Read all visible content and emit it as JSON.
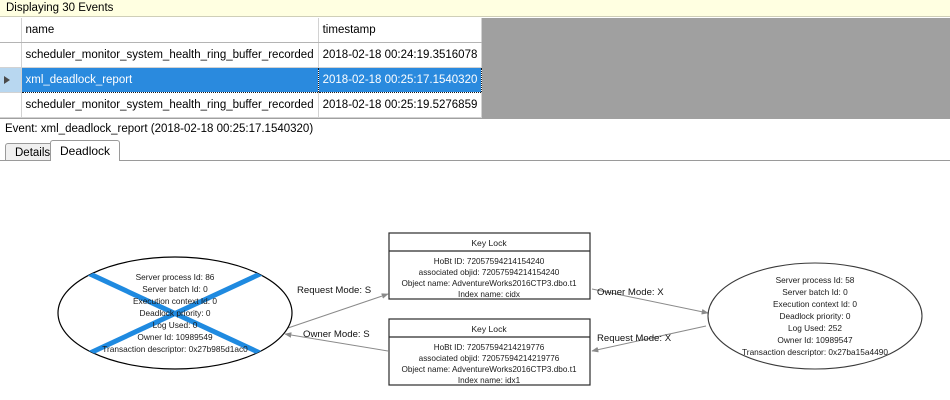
{
  "info_bar": {
    "text": "Displaying 30 Events"
  },
  "grid": {
    "columns": [
      "",
      "name",
      "timestamp"
    ],
    "rows": [
      {
        "selector": "",
        "name": "scheduler_monitor_system_health_ring_buffer_recorded",
        "timestamp": "2018-02-18 00:24:19.3516078",
        "selected": false
      },
      {
        "selector": "▶",
        "name": "xml_deadlock_report",
        "timestamp": "2018-02-18 00:25:17.1540320",
        "selected": true
      },
      {
        "selector": "",
        "name": "scheduler_monitor_system_health_ring_buffer_recorded",
        "timestamp": "2018-02-18 00:25:19.5276859",
        "selected": false
      }
    ]
  },
  "event_caption": {
    "text": "Event: xml_deadlock_report (2018-02-18 00:25:17.1540320)"
  },
  "tabs": [
    {
      "label": "Details",
      "active": false
    },
    {
      "label": "Deadlock",
      "active": true
    }
  ],
  "deadlock_graph": {
    "victim_color": "#1f8ae0",
    "process_victim": {
      "is_victim": true,
      "lines": [
        "Server process Id: 86",
        "Server batch Id: 0",
        "Execution context Id: 0",
        "Deadlock priority: 0",
        "Log Used: 0",
        "Owner Id: 10989549",
        "Transaction descriptor: 0x27b985d1ac0"
      ]
    },
    "process_survivor": {
      "is_victim": false,
      "lines": [
        "Server process Id: 58",
        "Server batch Id: 0",
        "Execution context Id: 0",
        "Deadlock priority: 0",
        "Log Used: 252",
        "Owner Id: 10989547",
        "Transaction descriptor: 0x27ba15a4490"
      ]
    },
    "resource_top": {
      "title": "Key Lock",
      "lines": [
        "HoBt ID: 72057594214154240",
        "associated objid: 72057594214154240",
        "Object name: AdventureWorks2016CTP3.dbo.t1",
        "Index name: cidx"
      ]
    },
    "resource_bottom": {
      "title": "Key Lock",
      "lines": [
        "HoBt ID: 72057594214219776",
        "associated objid: 72057594214219776",
        "Object name: AdventureWorks2016CTP3.dbo.t1",
        "Index name: idx1"
      ]
    },
    "edges": [
      {
        "id": "victim-request-top",
        "label": "Request Mode: S"
      },
      {
        "id": "top-owner-survivor",
        "label": "Owner Mode: X"
      },
      {
        "id": "bottom-owner-victim",
        "label": "Owner Mode: S"
      },
      {
        "id": "survivor-request-bottom",
        "label": "Request Mode: X"
      }
    ]
  }
}
